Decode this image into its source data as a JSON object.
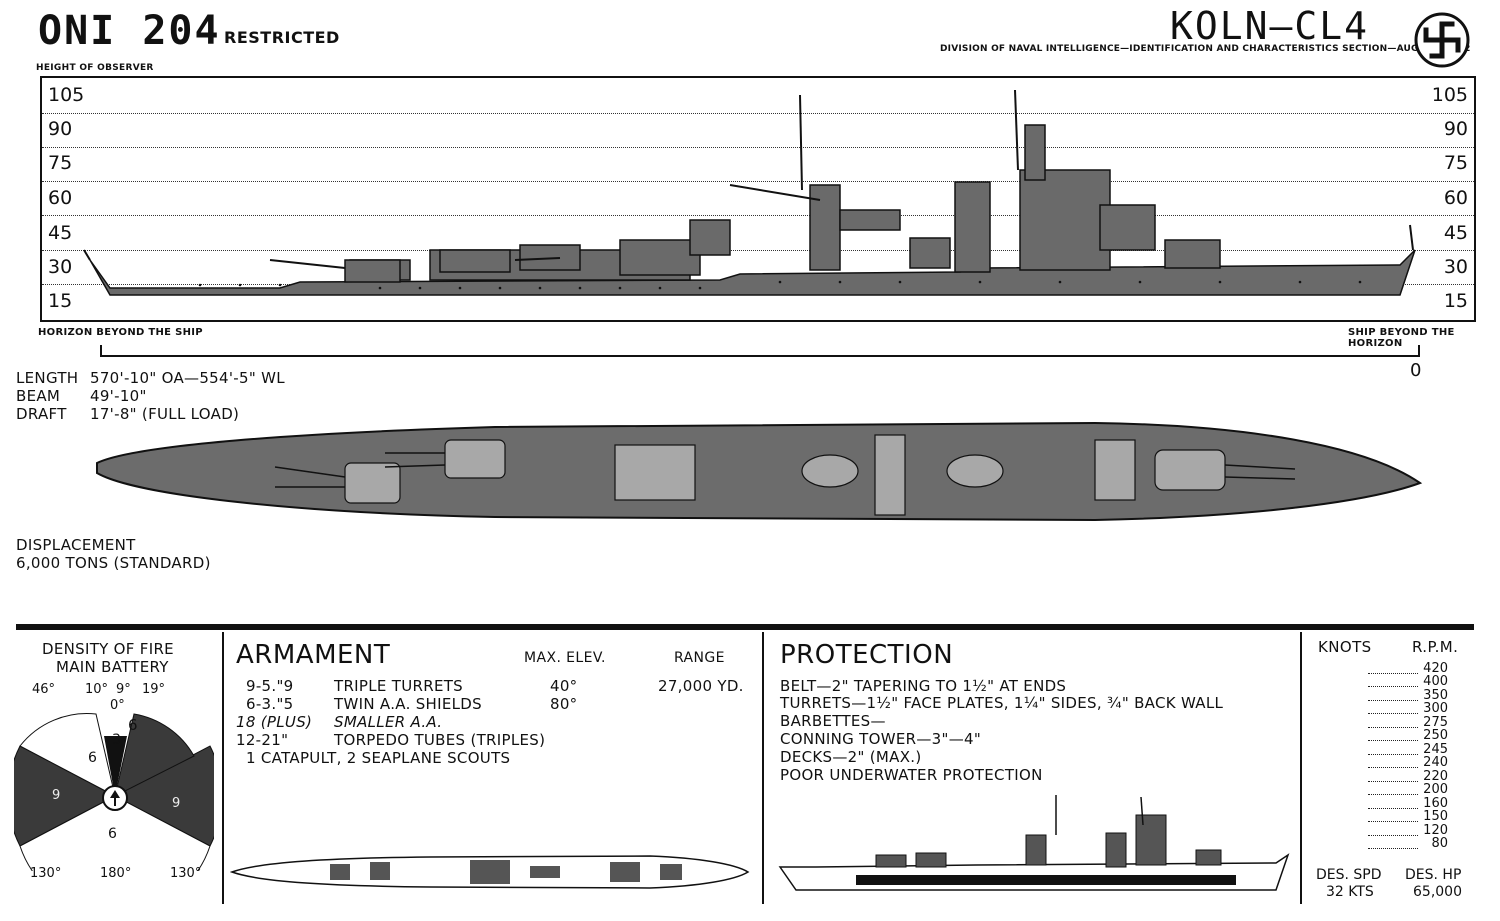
{
  "header": {
    "doc_id": "ONI 204",
    "classification": "RESTRICTED",
    "ship_title": "KOLN—CL4",
    "subtitle": "DIVISION OF NAVAL INTELLIGENCE—IDENTIFICATION AND CHARACTERISTICS SECTION—AUGUST, 1942",
    "emblem_icon": "swastika-emblem-icon"
  },
  "profile": {
    "label_height": "HEIGHT OF OBSERVER",
    "ticks": [
      "105",
      "90",
      "75",
      "60",
      "45",
      "30",
      "15"
    ],
    "label_left": "HORIZON BEYOND THE SHIP",
    "label_right": "SHIP BEYOND THE HORIZON",
    "scale_zero": "0"
  },
  "dimensions": {
    "length_label": "LENGTH",
    "length_value": "570'-10\" OA—554'-5\" WL",
    "beam_label": "BEAM",
    "beam_value": "49'-10\"",
    "draft_label": "DRAFT",
    "draft_value": "17'-8\" (FULL LOAD)"
  },
  "displacement": {
    "label": "DISPLACEMENT",
    "value": "6,000 TONS (STANDARD)"
  },
  "density": {
    "title_line1": "DENSITY OF FIRE",
    "title_line2": "MAIN BATTERY",
    "angle_46": "46°",
    "angle_10": "10°",
    "angle_9": "9°",
    "angle_19": "19°",
    "angle_0": "0°",
    "angle_130_left": "130°",
    "angle_180": "180°",
    "angle_130_right": "130°",
    "seg_6_top_right": "6",
    "seg_3": "3",
    "seg_6_top_left": "6",
    "seg_9_left": "9",
    "seg_9_right": "9",
    "seg_6_bottom": "6"
  },
  "armament": {
    "title": "ARMAMENT",
    "col_elev": "MAX. ELEV.",
    "col_range": "RANGE",
    "rows": [
      {
        "qty": "9-5.\"9",
        "desc": "TRIPLE TURRETS",
        "elev": "40°",
        "range": "27,000 YD."
      },
      {
        "qty": "6-3.\"5",
        "desc": "TWIN A.A. SHIELDS",
        "elev": "80°",
        "range": ""
      },
      {
        "qty": "18 (PLUS)",
        "desc": "SMALLER A.A.",
        "elev": "",
        "range": ""
      },
      {
        "qty": "12-21\"",
        "desc": "TORPEDO TUBES (TRIPLES)",
        "elev": "",
        "range": ""
      },
      {
        "qty": "1 CATAPULT, 2 SEAPLANE SCOUTS",
        "desc": "",
        "elev": "",
        "range": ""
      }
    ]
  },
  "protection": {
    "title": "PROTECTION",
    "lines": [
      "BELT—2\" TAPERING TO 1½\" AT ENDS",
      "TURRETS—1½\" FACE PLATES, 1¼\" SIDES, ¾\" BACK WALL",
      "BARBETTES—",
      "CONNING TOWER—3\"—4\"",
      "DECKS—2\" (MAX.)",
      "POOR UNDERWATER PROTECTION"
    ]
  },
  "speed": {
    "col_knots": "KNOTS",
    "col_rpm": "R.P.M.",
    "rpm_values": [
      "420",
      "400",
      "350",
      "300",
      "275",
      "250",
      "245",
      "240",
      "220",
      "200",
      "160",
      "150",
      "120",
      "80"
    ],
    "des_spd_label": "DES. SPD",
    "des_spd_value": "32 KTS",
    "des_hp_label": "DES. HP",
    "des_hp_value": "65,000"
  }
}
